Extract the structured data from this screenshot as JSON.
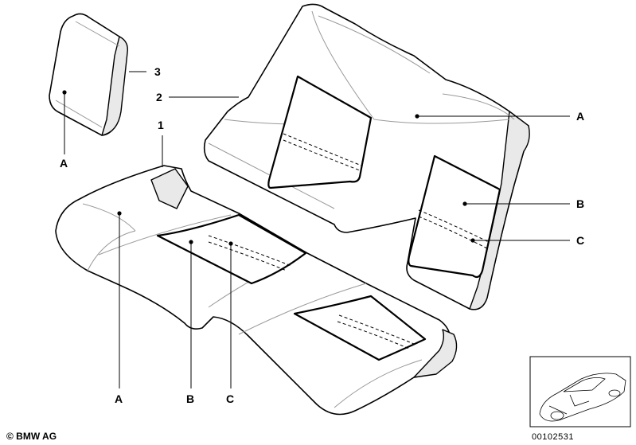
{
  "callouts": {
    "part_3": "3",
    "part_2": "2",
    "part_1": "1",
    "headrest_cover_a": "A",
    "backrest_a": "A",
    "backrest_b": "B",
    "backrest_c": "C",
    "cushion_a": "A",
    "cushion_b": "B",
    "cushion_c": "C"
  },
  "footer": {
    "copyright": "© BMW AG",
    "reference_number": "00102531"
  },
  "icons": {
    "headrest": "headrest-cover-drawing",
    "backrest": "backrest-cover-drawing",
    "cushion": "seat-cushion-cover-drawing",
    "vehicle": "coupe-car-thumbnail"
  }
}
